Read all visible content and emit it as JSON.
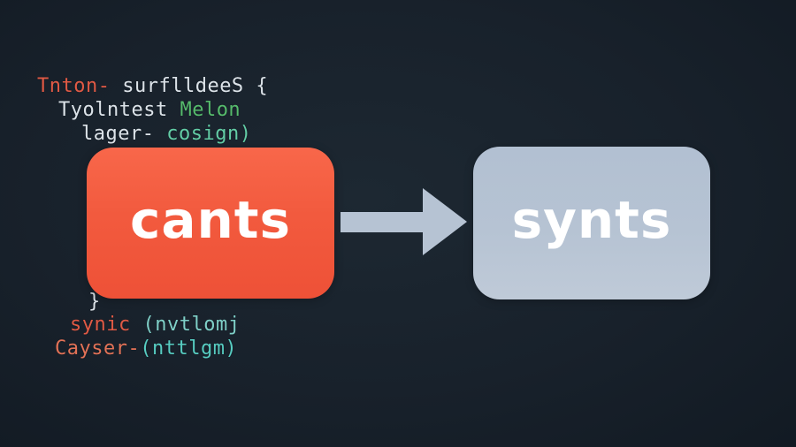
{
  "colors": {
    "background": "#18212b",
    "node_source_bg": "#f25a3e",
    "node_target_bg": "#b4c2d3",
    "arrow": "#b6c3d3",
    "node_label_text": "#ffffff",
    "code_default": "#dce3e9",
    "code_red": "#e05a45",
    "code_green": "#56bb6c",
    "code_mint": "#63cda6",
    "code_teal": "#57cdc2",
    "code_salmon": "#e27257"
  },
  "code_top": {
    "line1": {
      "keyword": "Tnton-",
      "rest": " surflldeeS {"
    },
    "line2": {
      "plain": "Tyolntest ",
      "green": "Melon"
    },
    "line3": {
      "plain": "lager- ",
      "mint": "cosign)"
    }
  },
  "nodes": {
    "source": {
      "label": "cants"
    },
    "target": {
      "label": "synts"
    }
  },
  "arrow": {
    "icon": "right-arrow"
  },
  "code_bottom": {
    "brace": "}",
    "line1": {
      "keyword": "synic",
      "teal": " (nvtlomj"
    },
    "line2": {
      "salmon": "Cayser-",
      "teal": "(nttlgm)"
    }
  }
}
